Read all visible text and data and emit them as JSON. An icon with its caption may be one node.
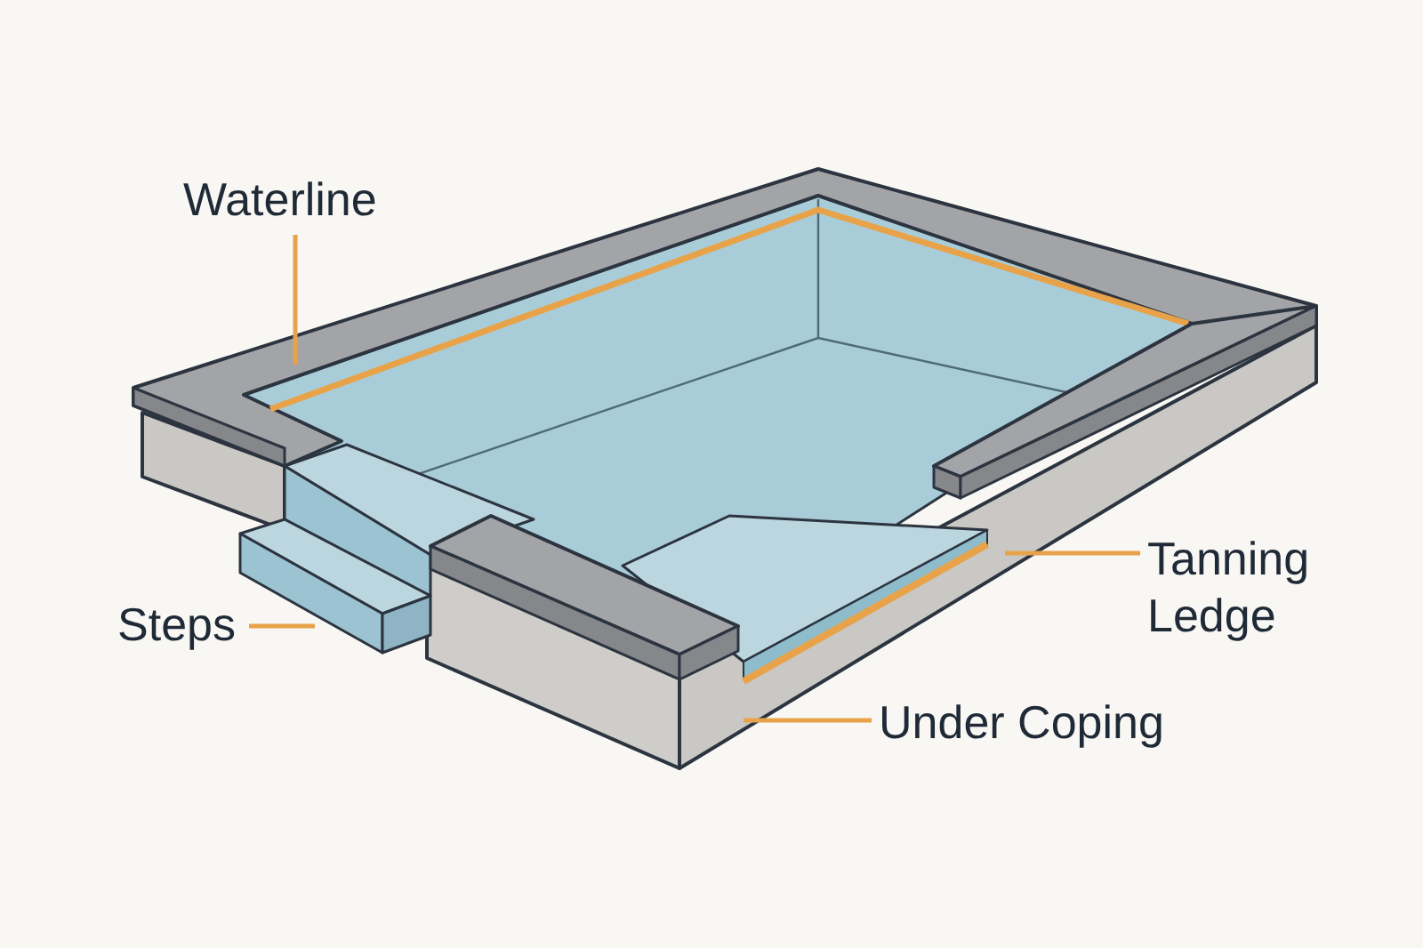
{
  "diagram": {
    "nodes": [
      {
        "text": [
          "Waterline"
        ]
      },
      {
        "text": [
          "Steps"
        ]
      },
      {
        "text": [
          "Tanning Ledge"
        ]
      },
      {
        "text": [
          "Under Coping"
        ]
      }
    ],
    "edges": [
      {
        "from": 0,
        "to": null,
        "arrow": "none"
      },
      {
        "from": 1,
        "to": null,
        "arrow": "none"
      },
      {
        "from": 2,
        "to": null,
        "arrow": "none"
      },
      {
        "from": 3,
        "to": null,
        "arrow": "none"
      }
    ]
  }
}
